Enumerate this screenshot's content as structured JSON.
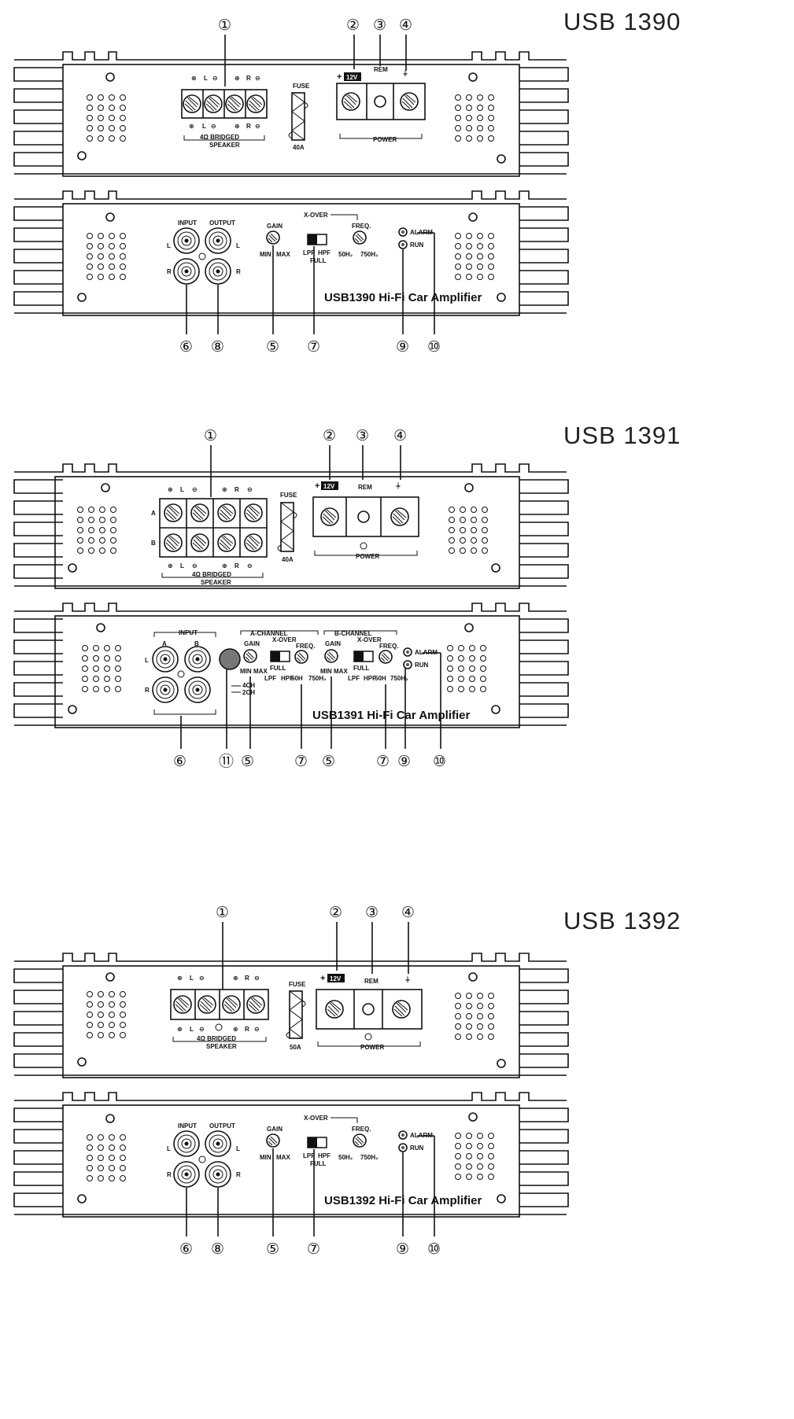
{
  "models": [
    {
      "title": "USB 1390",
      "top_panel": {
        "speaker_plus_L": "L",
        "speaker_plus_R": "R",
        "speaker_bottom_L": "L",
        "speaker_bottom_R": "R",
        "speaker_caption": "4Ω BRIDGED",
        "speaker_label": "SPEAKER",
        "fuse_label": "FUSE",
        "fuse_rating": "40A",
        "power_12v": "12V",
        "power_rem": "REM",
        "power_label": "POWER"
      },
      "bottom_panel": {
        "input": "INPUT",
        "output": "OUTPUT",
        "rca_L": "L",
        "rca_R": "R",
        "rca_L2": "L",
        "rca_R2": "R",
        "gain": "GAIN",
        "gain_min": "MIN",
        "gain_max": "MAX",
        "xover": "X-OVER",
        "lpf": "LPF",
        "hpf": "HPF",
        "full": "FULL",
        "freq": "FREQ.",
        "freq_low": "50H₂",
        "freq_high": "750H₂",
        "alarm": "ALARM",
        "run": "RUN",
        "brand": "USB1390 Hi-Fi Car Amplifier"
      },
      "callouts_top": [
        "①",
        "②",
        "③",
        "④"
      ],
      "callouts_bottom": [
        "⑥",
        "⑧",
        "⑤",
        "⑦",
        "⑨",
        "⑩"
      ]
    },
    {
      "title": "USB 1391",
      "top_panel": {
        "speaker_plus_L": "L",
        "speaker_plus_R": "R",
        "speaker_bottom_L": "L",
        "speaker_bottom_R": "R",
        "row_a": "A",
        "row_b": "B",
        "speaker_caption": "4Ω BRIDGED",
        "speaker_label": "SPEAKER",
        "fuse_label": "FUSE",
        "fuse_rating": "40A",
        "power_12v": "12V",
        "power_rem": "REM",
        "power_label": "POWER"
      },
      "bottom_panel": {
        "input": "INPUT",
        "rca_A": "A",
        "rca_B": "B",
        "rca_L": "L",
        "rca_R": "R",
        "a_channel": "A-CHANNEL",
        "b_channel": "B-CHANNEL",
        "gain": "GAIN",
        "gain_min": "MIN",
        "gain_max": "MAX",
        "xover": "X-OVER",
        "full": "FULL",
        "lpf": "LPF",
        "hpf": "HPF",
        "freq": "FREQ.",
        "freq_low": "50H",
        "freq_high": "750H₂",
        "ch4": "4CH",
        "ch2": "2CH",
        "alarm": "ALARM",
        "run": "RUN",
        "brand": "USB1391 Hi-Fi Car Amplifier"
      },
      "callouts_top": [
        "①",
        "②",
        "③",
        "④"
      ],
      "callouts_bottom": [
        "⑥",
        "⑪",
        "⑤",
        "⑦",
        "⑤",
        "⑦",
        "⑨",
        "⑩"
      ]
    },
    {
      "title": "USB 1392",
      "top_panel": {
        "speaker_plus_L": "L",
        "speaker_plus_R": "R",
        "speaker_bottom_L": "L",
        "speaker_bottom_R": "R",
        "speaker_caption": "4Ω BRIDGED",
        "speaker_label": "SPEAKER",
        "fuse_label": "FUSE",
        "fuse_rating": "50A",
        "power_12v": "12V",
        "power_rem": "REM",
        "power_label": "POWER"
      },
      "bottom_panel": {
        "input": "INPUT",
        "output": "OUTPUT",
        "rca_L": "L",
        "rca_R": "R",
        "rca_L2": "L",
        "rca_R2": "R",
        "gain": "GAIN",
        "gain_min": "MIN",
        "gain_max": "MAX",
        "xover": "X-OVER",
        "lpf": "LPF",
        "hpf": "HPF",
        "full": "FULL",
        "freq": "FREQ.",
        "freq_low": "50H₂",
        "freq_high": "750H₂",
        "alarm": "ALARM",
        "run": "RUN",
        "brand": "USB1392 Hi-Fi Car Amplifier"
      },
      "callouts_top": [
        "①",
        "②",
        "③",
        "④"
      ],
      "callouts_bottom": [
        "⑥",
        "⑧",
        "⑤",
        "⑦",
        "⑨",
        "⑩"
      ]
    }
  ]
}
